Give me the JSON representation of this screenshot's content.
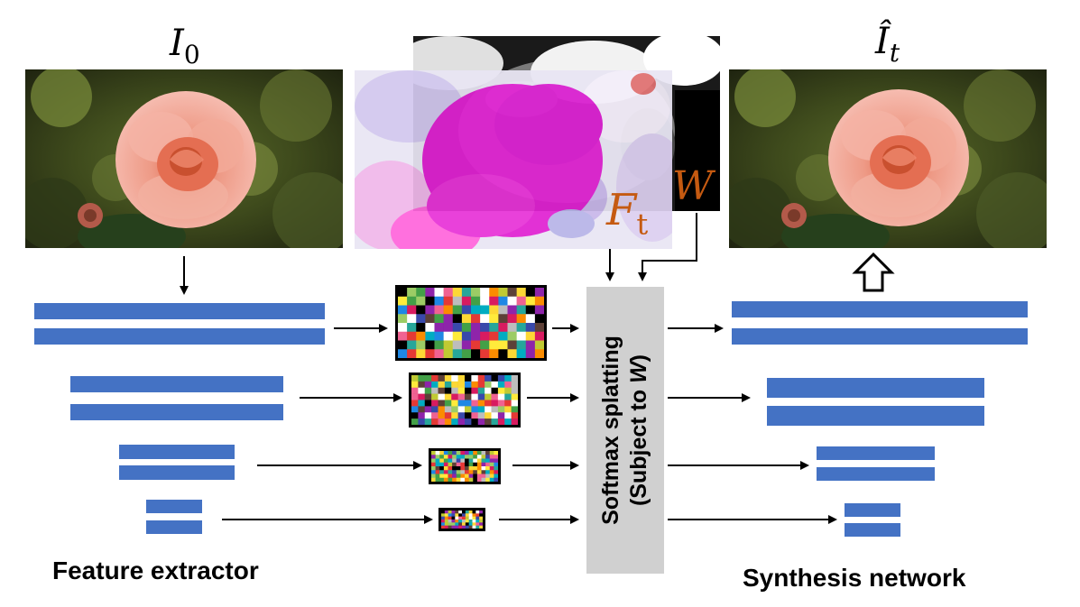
{
  "labels": {
    "input_frame": "I",
    "input_frame_sub": "0",
    "output_frame": "Î",
    "output_frame_sub": "t",
    "flow": "F",
    "flow_sub": "t",
    "weight": "W",
    "splatting_line1": "Softmax splatting",
    "splatting_line2_prefix": "(Subject to ",
    "splatting_line2_var": "W",
    "splatting_line2_suffix": ")",
    "feature_extractor": "Feature extractor",
    "synthesis_network": "Synthesis network"
  },
  "colors": {
    "bar": "#4472c4",
    "flow_weight_label": "#c55a11",
    "splat_box": "#d0d0d0"
  }
}
